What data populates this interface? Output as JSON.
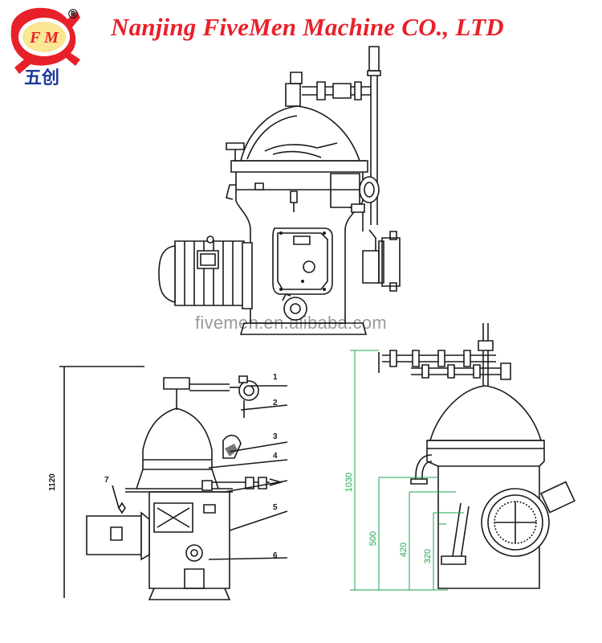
{
  "logo": {
    "letters": "F M",
    "registered": "®",
    "chinese": "五创",
    "colors": {
      "red": "#e8202a",
      "blue": "#1b3a9a",
      "yellow": "#f6d23a"
    }
  },
  "header": {
    "company": "Nanjing FiveMen Machine CO., LTD"
  },
  "watermark": "fivemen.en.alibaba.com",
  "diagram_left": {
    "callouts": [
      "1",
      "2",
      "3",
      "4",
      "5",
      "6",
      "7"
    ],
    "vertical_dimension": "1120"
  },
  "diagram_right": {
    "dimensions": [
      "1030",
      "500",
      "420",
      "320"
    ]
  }
}
